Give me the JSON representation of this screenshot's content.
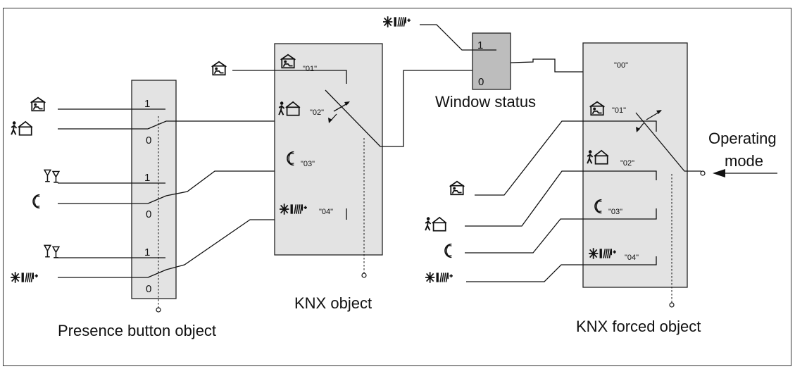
{
  "diagram": {
    "presence_button_object": {
      "title": "Presence button object",
      "inputs": [
        {
          "icon": "comfort-house-icon",
          "value": "1"
        },
        {
          "icon": "standby-walking-house-icon",
          "value": "0"
        },
        {
          "icon": "glasses-icon",
          "value": "1"
        },
        {
          "icon": "night-moon-icon",
          "value": "0"
        },
        {
          "icon": "glasses-icon",
          "value": "1"
        },
        {
          "icon": "frost-protection-icon",
          "value": "0"
        }
      ]
    },
    "knx_object": {
      "title": "KNX object",
      "modes": [
        {
          "icon": "comfort-house-icon",
          "code": "\"01\""
        },
        {
          "icon": "standby-walking-house-icon",
          "code": "\"02\""
        },
        {
          "icon": "night-moon-icon",
          "code": "\"03\""
        },
        {
          "icon": "frost-protection-icon",
          "code": "\"04\""
        }
      ]
    },
    "window_status": {
      "title": "Window status",
      "values": [
        "1",
        "0"
      ]
    },
    "knx_forced_object": {
      "title": "KNX forced object",
      "codes": [
        "\"00\"",
        "\"01\"",
        "\"02\"",
        "\"03\"",
        "\"04\""
      ]
    },
    "operating_mode": {
      "label_line1": "Operating",
      "label_line2": "mode"
    }
  }
}
